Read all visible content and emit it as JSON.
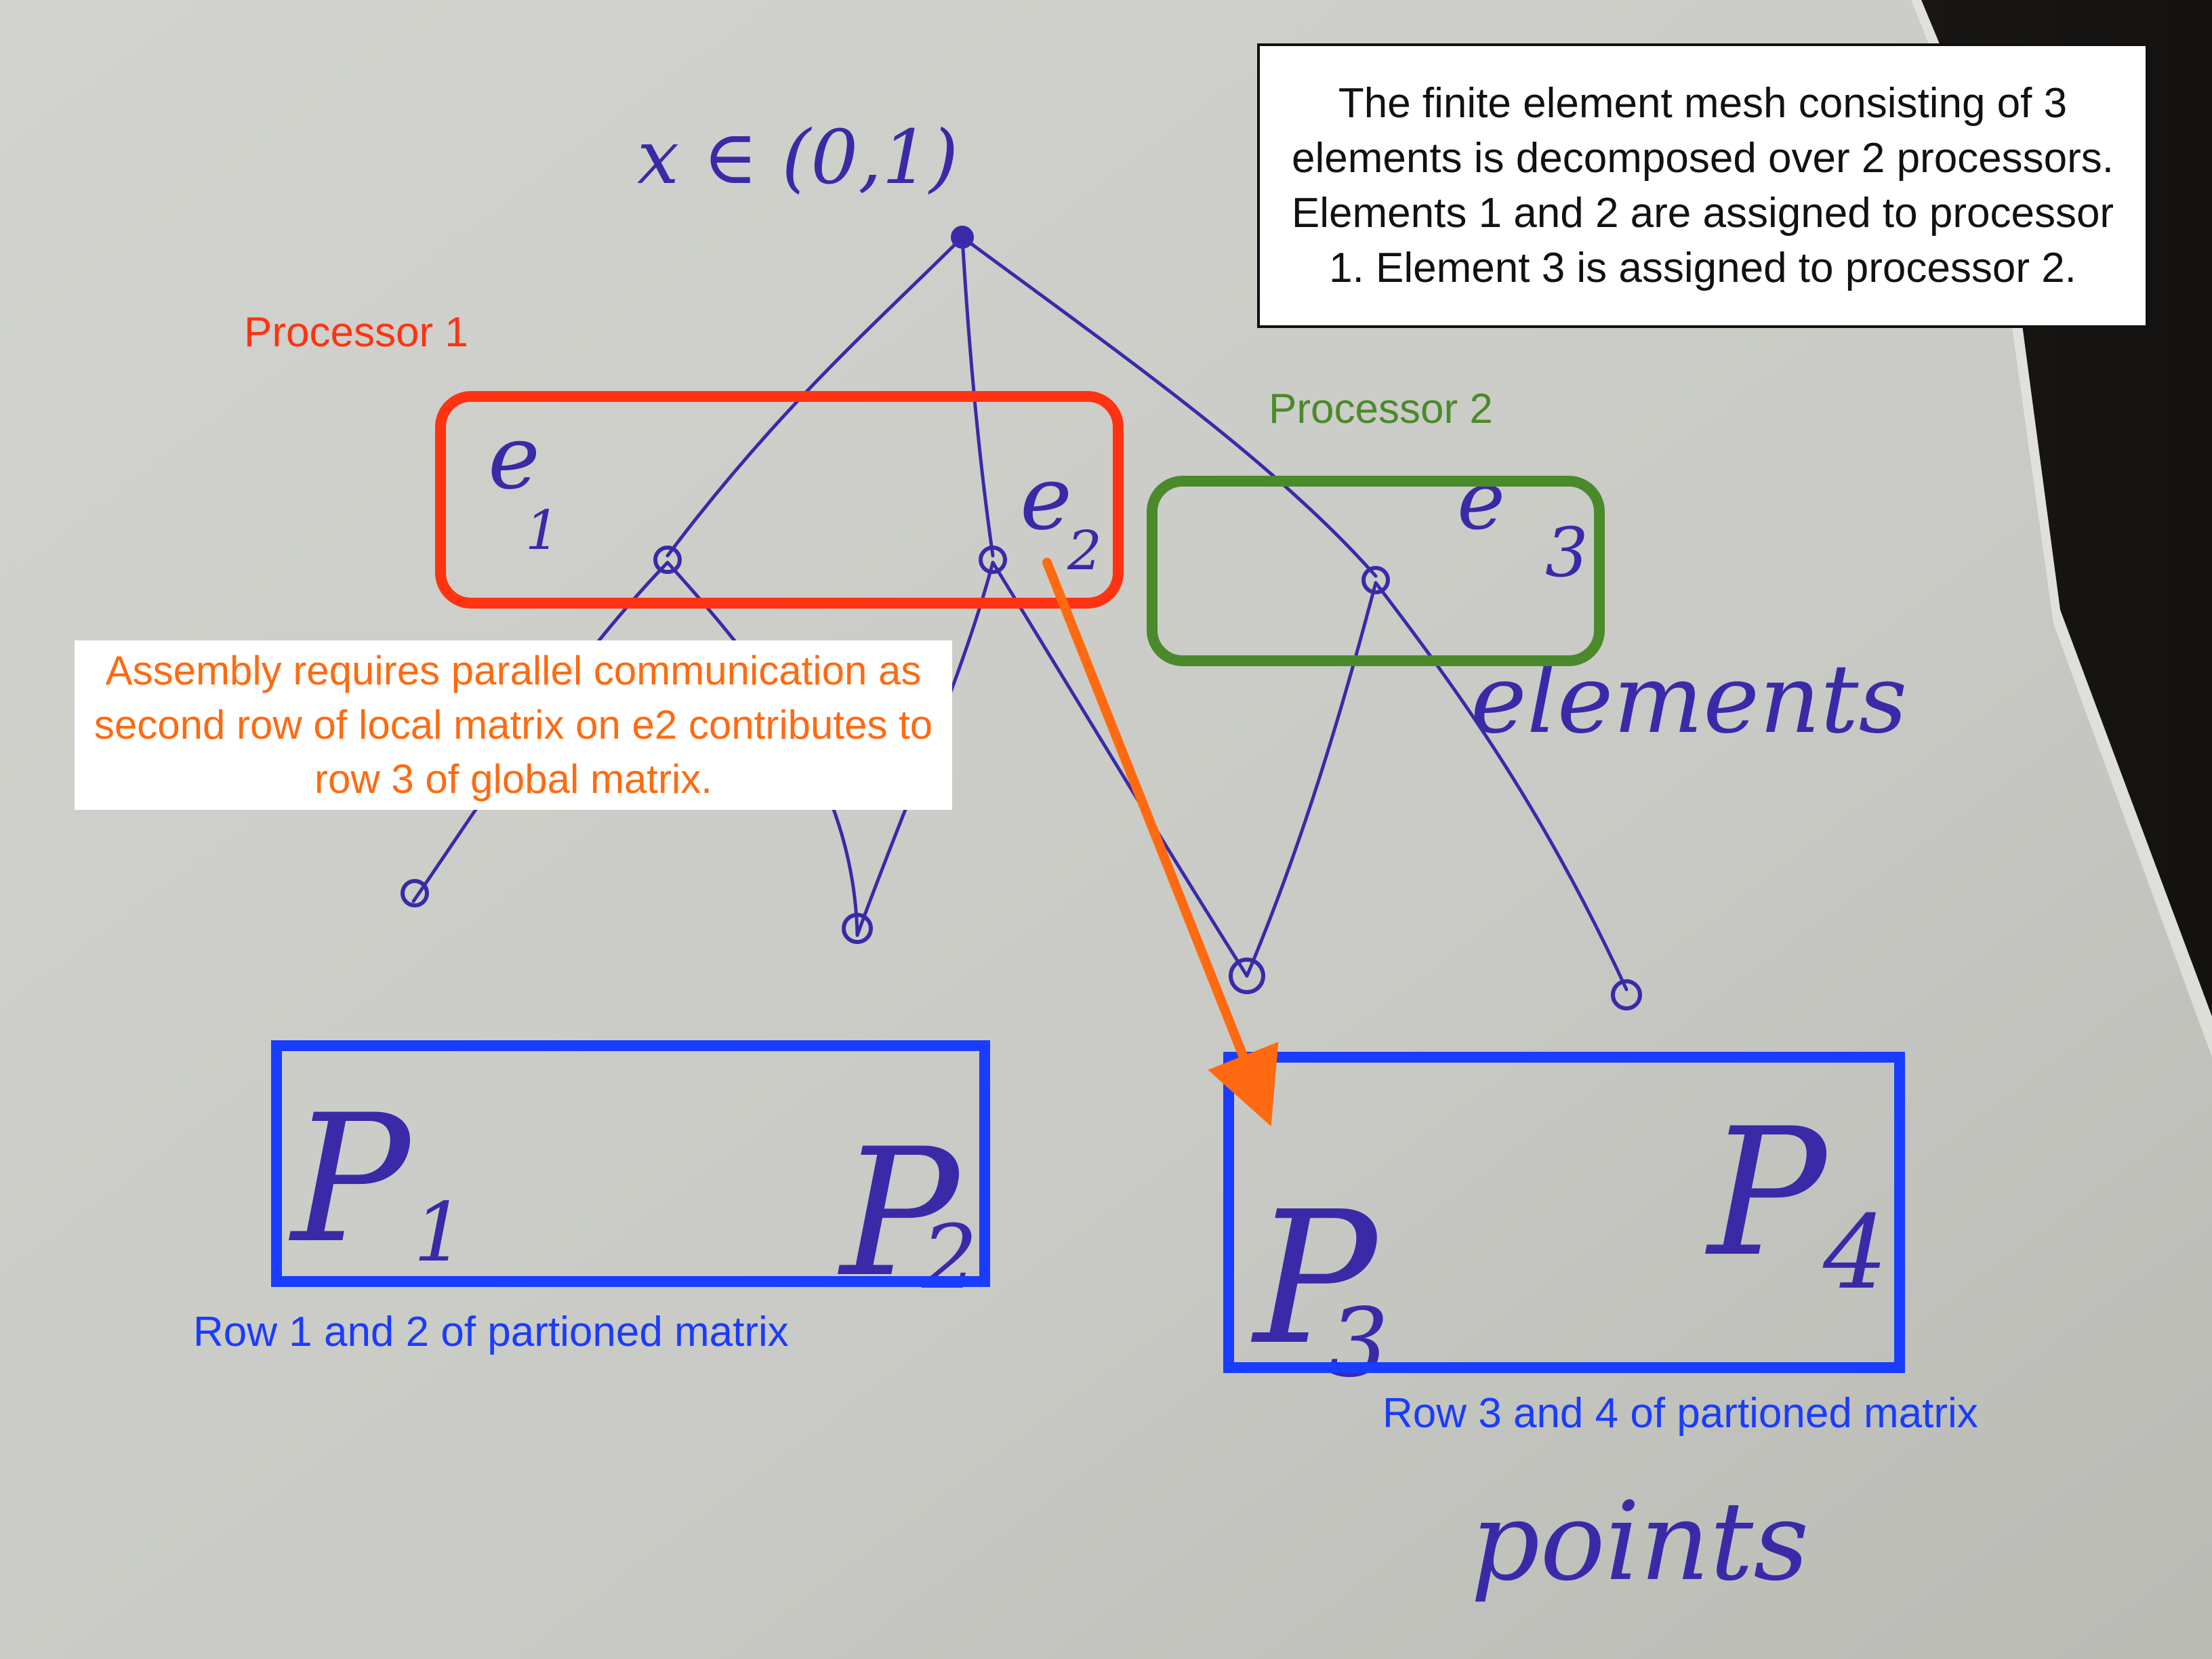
{
  "handwriting": {
    "domain": "x ∈ (0,1)",
    "elements_word": "elements",
    "points_word": "points",
    "e1": "e",
    "e1_sub": "1",
    "e2": "e",
    "e2_sub": "2",
    "e3": "e",
    "e3_sub": "3",
    "p1": "P",
    "p1_sub": "1",
    "p2": "P",
    "p2_sub": "2",
    "p3": "P",
    "p3_sub": "3",
    "p4": "P",
    "p4_sub": "4"
  },
  "annotations": {
    "processor1": "Processor 1",
    "processor2": "Processor 2",
    "rows_1_2": "Row 1 and 2 of partioned matrix",
    "rows_3_4": "Row 3 and 4 of partioned matrix",
    "assembly_note": "Assembly requires parallel communication as second row of local matrix on e2 contributes to row 3 of global matrix.",
    "mesh_note": "The finite element mesh consisting of 3 elements is decomposed over 2 processors. Elements 1 and 2 are assigned to processor 1. Element 3 is assigned to processor 2."
  },
  "colors": {
    "processor1": "#ff3311",
    "processor2": "#4a8a2a",
    "rows": "#1a3cff",
    "arrow": "#ff6a10",
    "ink": "#3a2aa8"
  }
}
